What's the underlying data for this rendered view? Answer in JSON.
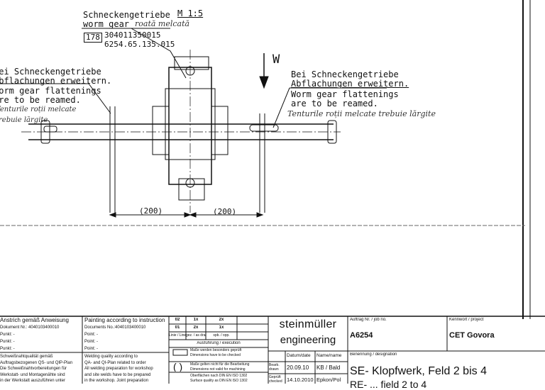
{
  "callout_top": {
    "line1": "Schneckengetriebe",
    "line2": "worm gear",
    "hand_note": "roată melcată",
    "scale": "M 1:5",
    "item_no": "178",
    "part_no_1": "304011350015",
    "part_no_2": "6254.65.135.015"
  },
  "callout_left": {
    "line1": "Bei Schneckengetriebe",
    "line2": "Abflachungen erweitern.",
    "line3": "Worm gear flattenings",
    "line4": "are to be reamed.",
    "hand1": "Tenturile roții melcate",
    "hand2": "trebuie lărgite"
  },
  "callout_right": {
    "line1": "Bei Schneckengetriebe",
    "line2": "Abflachungen erweitern.",
    "line3": "Worm gear flattenings",
    "line4": "are to be reamed.",
    "hand1": "Tenturile roții melcate trebuie lărgite"
  },
  "view_label": "W",
  "dims": {
    "left": "(200)",
    "right": "(200)"
  },
  "title_block": {
    "paint_de": [
      "Anstrich gemäß Anweisung",
      "Dokument Nr.: 4040103400010",
      "Punkt: -",
      "Punkt: -",
      "Punkt: -"
    ],
    "paint_en": [
      "Painting according to instruction",
      "Documents No.:4040103400010",
      "Point: -",
      "Point: -",
      "Point: -"
    ],
    "weld_de": [
      "Schweißnahtqualität gemäß",
      "Auftragsbezogenen QS- und QIP-Plan",
      "Die Schweißnahtvorbereitungen für",
      "Werkstatt- und Montagenähte sind",
      "in der Werkstatt auszuführen unter"
    ],
    "weld_en": [
      "Welding quality according to",
      "QA- and QI-Plan related to order",
      "All welding preparation for workshop",
      "and site welds have to be prepared",
      "in the workshop. Joint preparation"
    ],
    "table_rows": [
      [
        "02",
        "1x",
        "2x"
      ],
      [
        "01",
        "2x",
        "1x"
      ]
    ],
    "table_header": [
      "Linie / Line",
      "gez. / as drawn",
      "spb. / opp."
    ],
    "execution": "Ausführung / execution",
    "note1": "Maße werden besonders geprüft",
    "note1b": "Dimensions have to be checked",
    "note2": "Maße gelten nicht für die Bearbeitung",
    "note2b": "Dimensions not valid for machining",
    "note3": "Oberflächen nach DIN EN ISO 1302",
    "note3b": "Surface quality as DIN EN ISO 1302",
    "brand1": "steinmüller",
    "brand2": "engineering",
    "col_date": "Datum/date",
    "col_name": "Name/name",
    "drawn_label": "Bearb. drawn",
    "drawn_date": "20.09.10",
    "drawn_name": "KB / Bald",
    "checked_label": "Geprüft checked",
    "checked_date": "14.10.2010",
    "checked_name": "Epkon/Pol",
    "job_label": "Auftrag Nr. / job no.",
    "job_no": "A6254",
    "project_label": "Kennwort / project",
    "project": "CET Govora",
    "designation_label": "Benennung / designation",
    "designation": "SE- Klopfwerk, Feld 2 bis 4",
    "designation2": "RE- ... field 2 to 4"
  }
}
